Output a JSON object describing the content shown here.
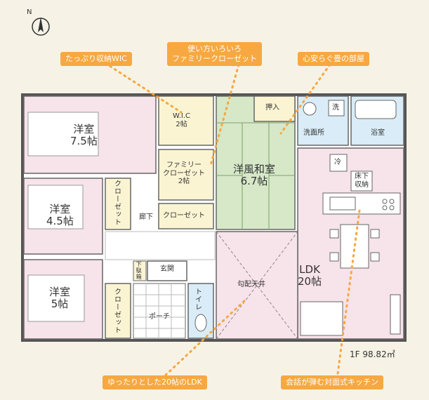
{
  "compass": {
    "label": "N"
  },
  "callouts": {
    "wic": "たっぷり収納WIC",
    "family_closet": "使い方いろいろ\nファミリークローゼット",
    "tatami": "心安らぐ畳の部屋",
    "ldk": "ゆったりとした20帖のLDK",
    "kitchen": "会話が弾む対面式キッチン"
  },
  "rooms": {
    "bed1": "洋室\n7.5帖",
    "bed2": "洋室\n4.5帖",
    "bed3": "洋室\n5帖",
    "wic": "W.I.C\n2帖",
    "family_closet": "ファミリー\nクローゼット\n2帖",
    "closet_hall": "クローゼット",
    "closet_bed2": "クローゼット",
    "closet_bed3": "クローゼット",
    "tatami": "洋風和室\n6.7帖",
    "oshiire": "押入",
    "washroom": "洗面所",
    "bath": "浴室",
    "wash_mark": "洗",
    "fridge_mark": "冷",
    "underfloor": "床下\n収納",
    "ldk": "LDK\n20帖",
    "hall": "廊下",
    "entrance": "玄関",
    "shoebox": "下駄箱",
    "toilet": "トイレ",
    "porch": "ポーチ",
    "ceiling": "勾配天井"
  },
  "floor_area": "1F 98.82㎡",
  "colors": {
    "background": "#f6f3e6",
    "bedroom": "#f7e3ea",
    "closet": "#fbf4d3",
    "tatami": "#d6e8c8",
    "wet": "#d9ecf7",
    "ldk": "#f7e3ea",
    "accent": "#f7a840",
    "wall": "#555555"
  }
}
